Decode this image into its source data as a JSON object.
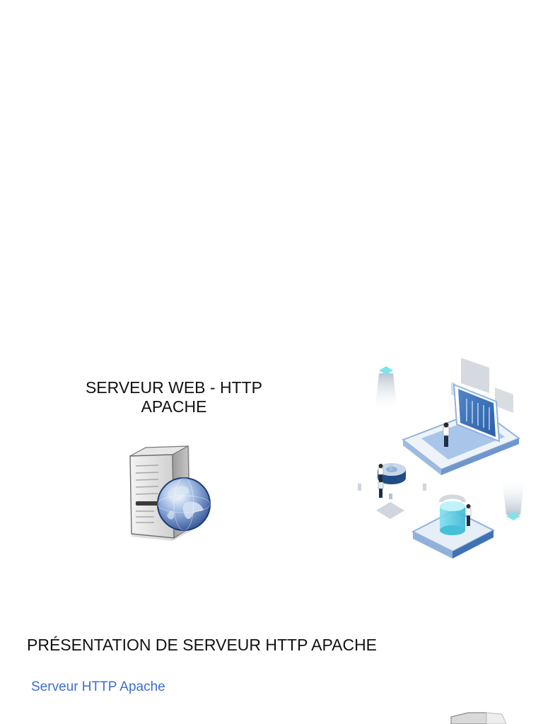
{
  "slide": {
    "title_line1": "SERVEUR WEB - HTTP",
    "title_line2": "APACHE",
    "server_icon": "server-globe-icon",
    "illustration": "isometric-laptop-database-illustration"
  },
  "section": {
    "heading": "PRÉSENTATION DE SERVEUR HTTP APACHE",
    "link_text": "Serveur HTTP Apache",
    "link_color": "#3b6fd0"
  }
}
